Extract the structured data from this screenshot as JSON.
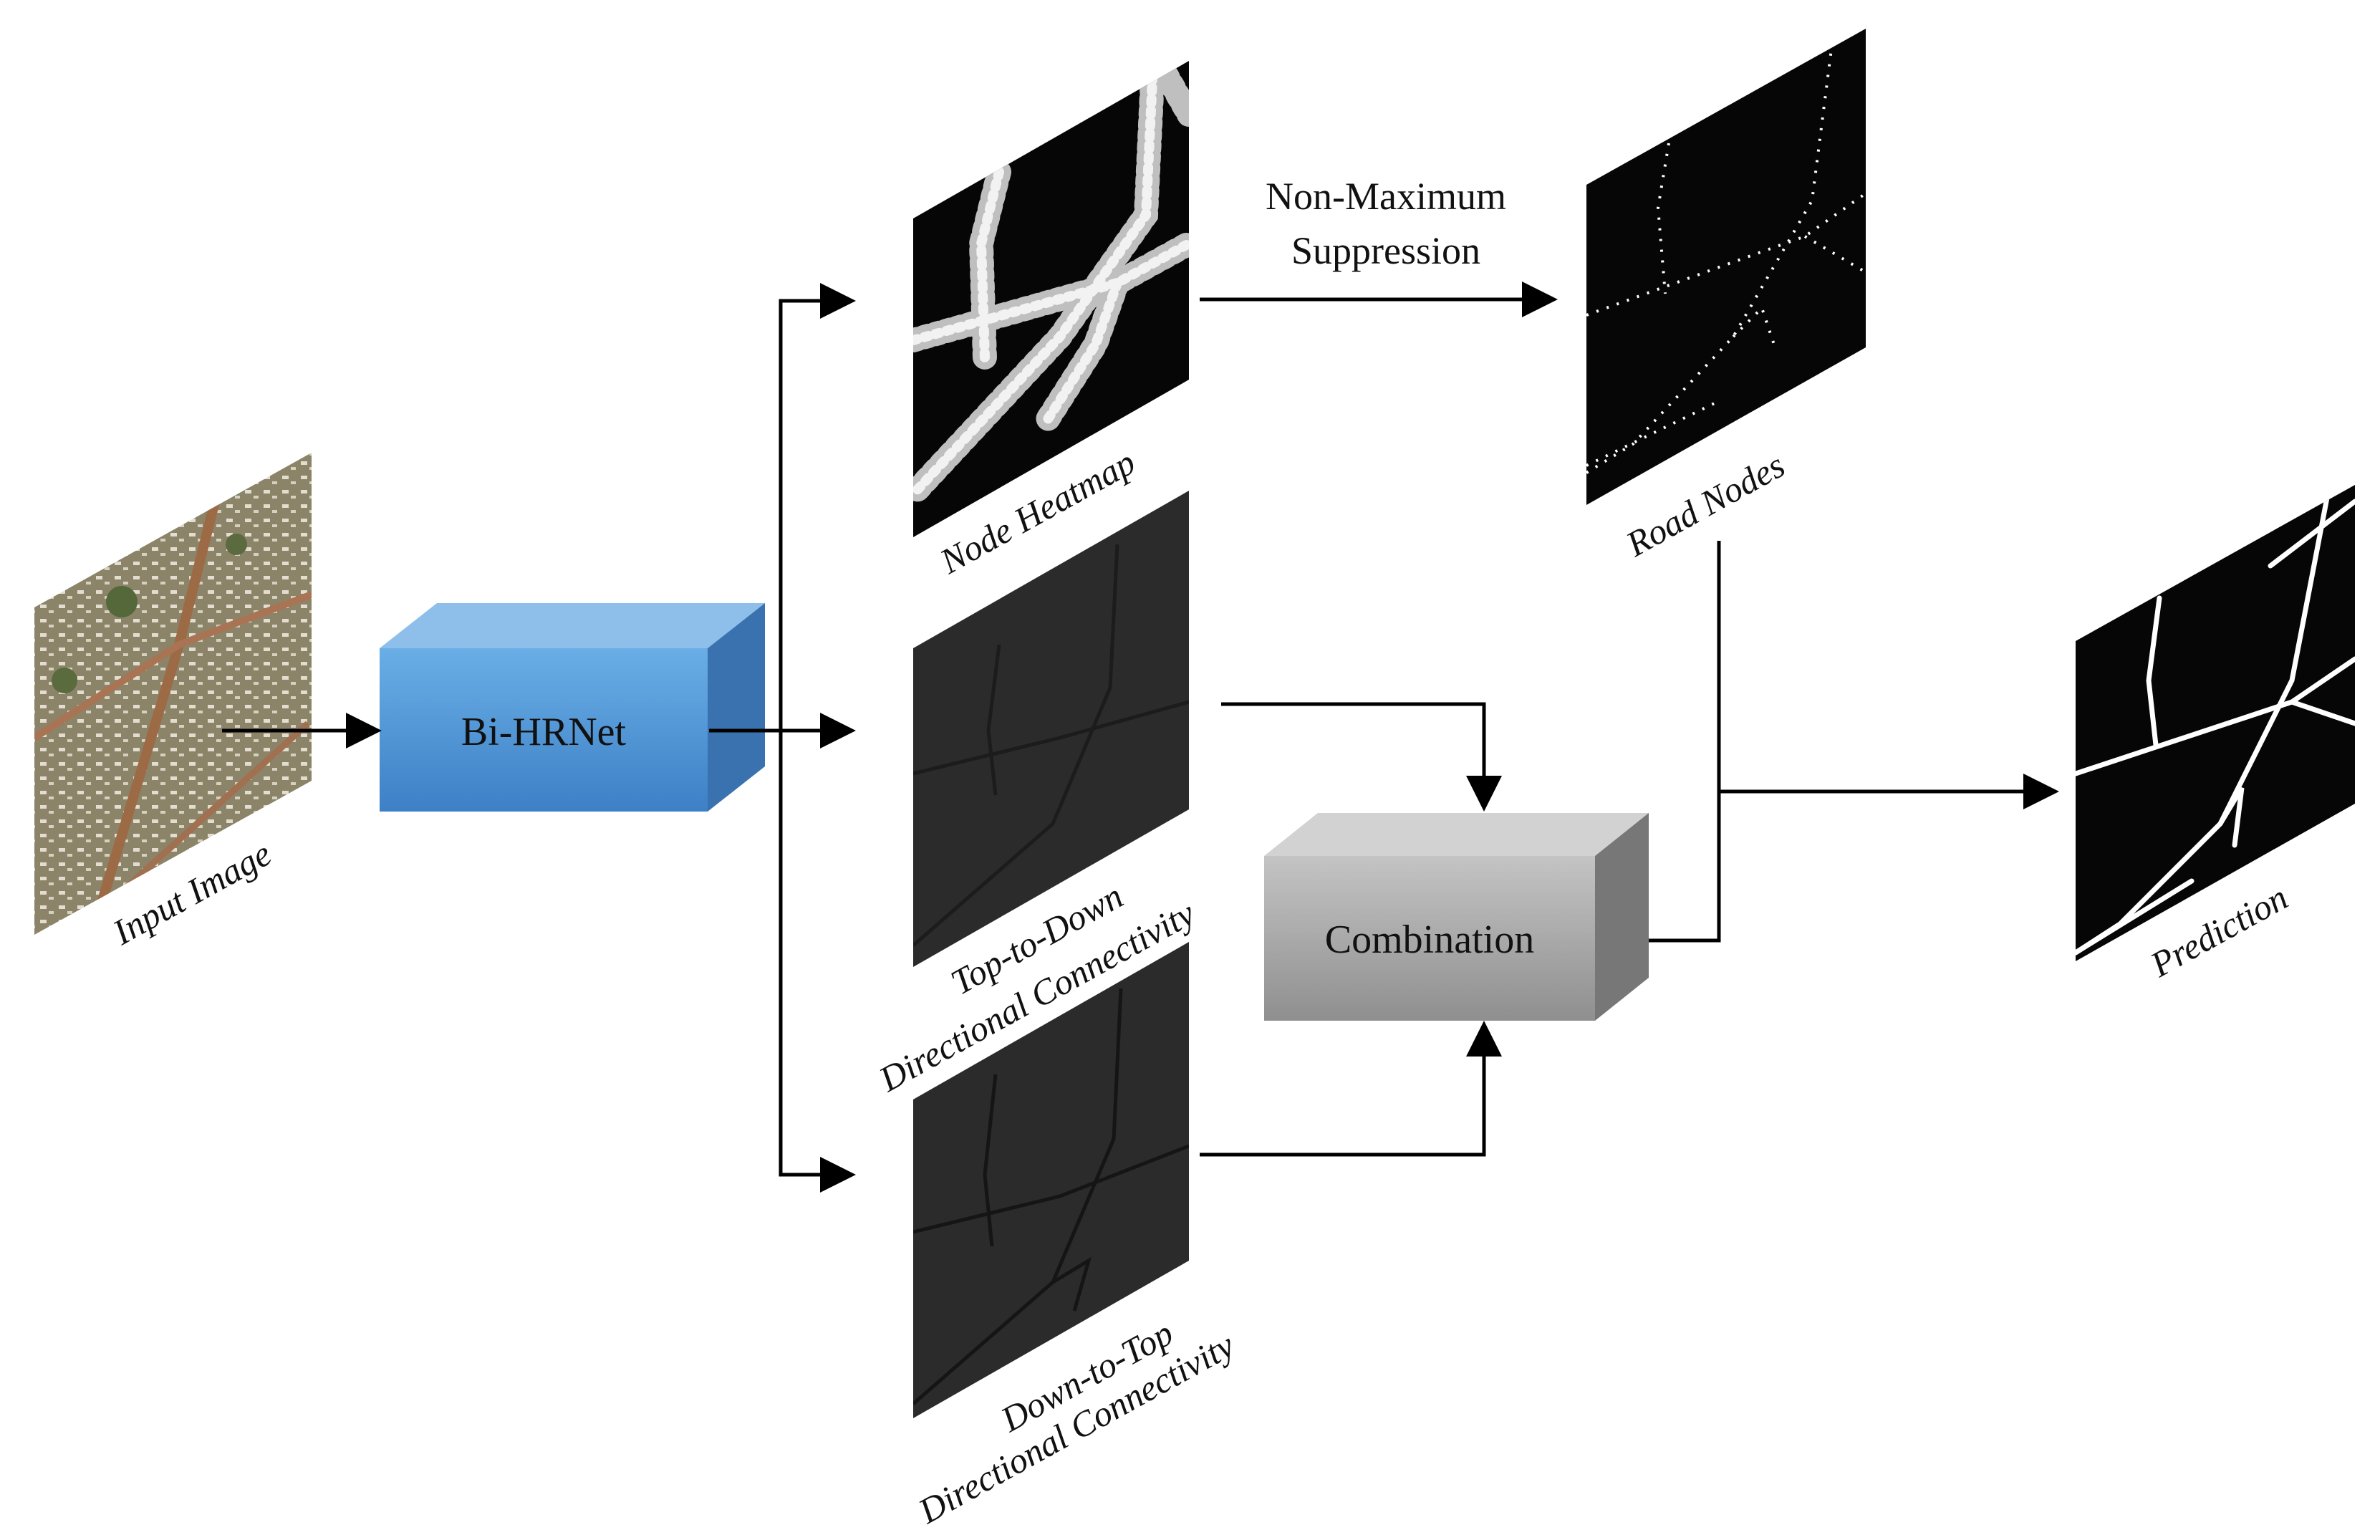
{
  "blocks": {
    "network": "Bi-HRNet",
    "combination": "Combination"
  },
  "labels": {
    "input": "Input Image",
    "node_heatmap": "Node Heatmap",
    "top_down_1": "Top-to-Down",
    "top_down_2": "Directional Connectivity",
    "down_top_1": "Down-to-Top",
    "down_top_2": "Directional Connectivity",
    "road_nodes": "Road Nodes",
    "prediction": "Prediction",
    "nms_1": "Non-Maximum",
    "nms_2": "Suppression"
  },
  "colors": {
    "network_box": "#5b9bd5",
    "combination_box": "#9d9d9d",
    "map_background": "#060606",
    "connectivity_background": "#2b2b2b",
    "arrow": "#000000",
    "aerial": "#8a8468"
  }
}
